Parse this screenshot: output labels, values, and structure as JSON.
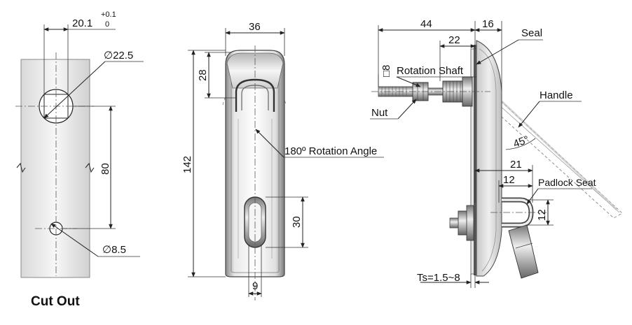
{
  "cutout": {
    "title": "Cut Out",
    "dim_width": "20.1",
    "tol_upper": "+0.1",
    "tol_lower": "0",
    "dia_large": "∅22.5",
    "dim_spacing": "80",
    "dia_small": "∅8.5"
  },
  "front": {
    "dim_width": "36",
    "dim_top": "28",
    "dim_height": "142",
    "rotation_label": "180º Rotation Angle",
    "dim_slot_height": "30",
    "dim_slot_width": "9"
  },
  "side": {
    "dim_44": "44",
    "dim_16": "16",
    "dim_22": "22",
    "seal_label": "Seal",
    "square_label": "□8",
    "shaft_label": "Rotation Shaft",
    "nut_label": "Nut",
    "handle_label": "Handle",
    "angle_label": "45°",
    "dim_21": "21",
    "dim_12a": "12",
    "padlock_label": "Padlock Seat",
    "dim_12b": "12",
    "thickness_label": "Ts=1.5~8"
  },
  "colors": {
    "metal_light": "#f2f2f2",
    "metal_mid": "#cfcfcf",
    "metal_dark": "#8c8c8c",
    "line": "#222222"
  }
}
